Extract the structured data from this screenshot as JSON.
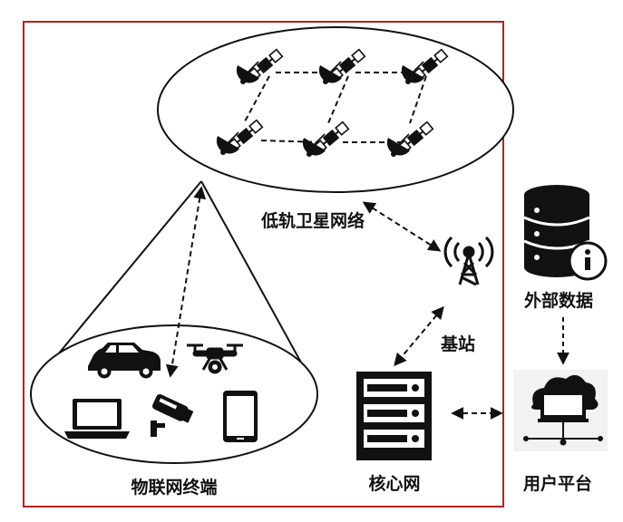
{
  "labels": {
    "leo_network": "低轨卫星网络",
    "base_station": "基站",
    "external_data": "外部数据",
    "core_network": "核心网",
    "user_platform": "用户平台",
    "iot_terminal": "物联网终端"
  },
  "icons": {
    "satellite": "satellite-icon",
    "tower": "radio-tower-icon",
    "database": "database-info-icon",
    "server": "server-icon",
    "cloud": "cloud-computer-icon",
    "car": "car-icon",
    "drone": "drone-icon",
    "laptop": "laptop-icon",
    "camera": "security-camera-icon",
    "tablet": "tablet-icon"
  },
  "colors": {
    "frame": "#b22222",
    "ink": "#111111"
  }
}
